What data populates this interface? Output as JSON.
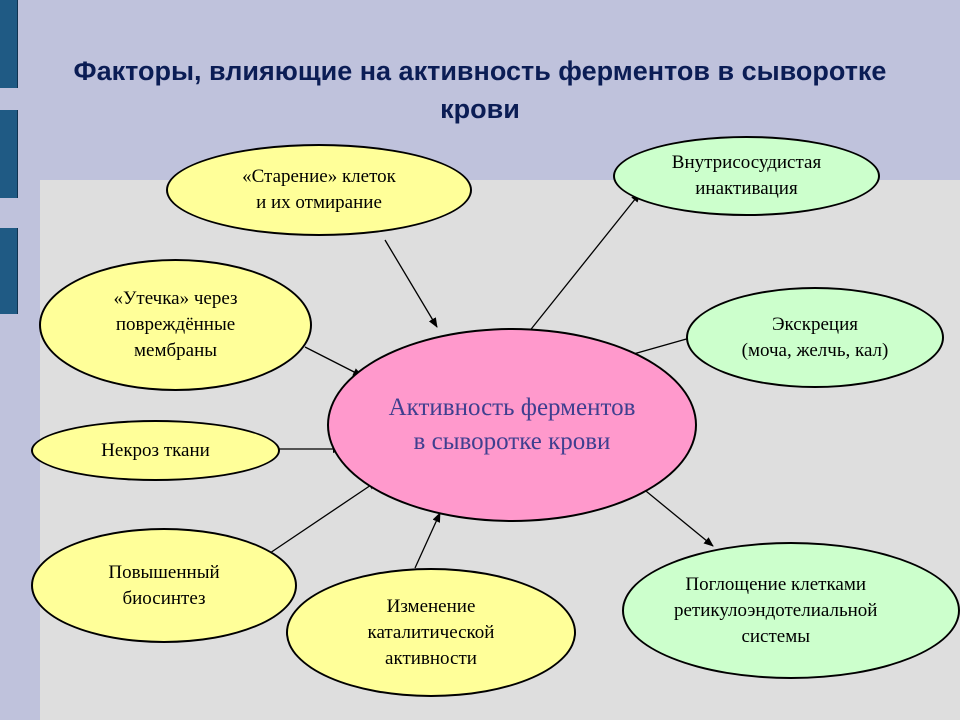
{
  "slide": {
    "title": "Факторы, влияющие на активность ферментов в сыворотке крови"
  },
  "diagram": {
    "center": "Активность ферментов\nв сыворотке крови",
    "inputs": [
      "«Старение» клеток\nи их отмирание",
      "«Утечка» через\nповреждённые\nмембраны",
      "Некроз ткани",
      "Повышенный\nбиосинтез",
      "Изменение\nкаталитической\nактивности"
    ],
    "outputs": [
      "Внутрисосудистая\nинактивация",
      "Экскреция\n(моча, желчь, кал)",
      "Поглощение клетками\nретикулоэндотелиальной\nсистемы"
    ],
    "colors": {
      "inputs": "#ffff99",
      "outputs": "#ccffcc",
      "center": "#ff99cc",
      "title": "#0b1d55",
      "background": "#bfc2dc",
      "panel": "#dedede",
      "side_bars": "#1f5a84"
    }
  }
}
